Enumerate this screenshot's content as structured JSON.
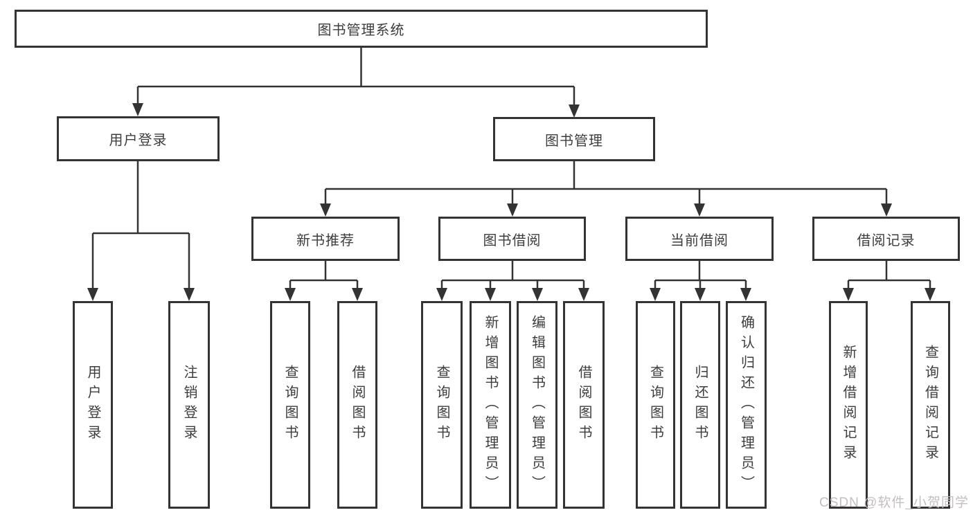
{
  "diagram": {
    "root": {
      "label": "图书管理系统"
    },
    "level2": [
      {
        "label": "用户登录"
      },
      {
        "label": "图书管理"
      }
    ],
    "level3": [
      {
        "label": "新书推荐"
      },
      {
        "label": "图书借阅"
      },
      {
        "label": "当前借阅"
      },
      {
        "label": "借阅记录"
      }
    ],
    "leaves": [
      {
        "label": "用户登录"
      },
      {
        "label": "注销登录"
      },
      {
        "label": "查询图书"
      },
      {
        "label": "借阅图书"
      },
      {
        "label": "查询图书"
      },
      {
        "label": "新增图书（管理员）"
      },
      {
        "label": "编辑图书（管理员）"
      },
      {
        "label": "借阅图书"
      },
      {
        "label": "查询图书"
      },
      {
        "label": "归还图书"
      },
      {
        "label": "确认归还（管理员）"
      },
      {
        "label": "新增借阅记录"
      },
      {
        "label": "查询借阅记录"
      }
    ]
  },
  "watermark": {
    "text": "CSDN @软件_小贺同学"
  },
  "colors": {
    "border": "#333333",
    "text": "#3d3d3d",
    "watermark": "#c5bebe",
    "background": "#ffffff"
  }
}
